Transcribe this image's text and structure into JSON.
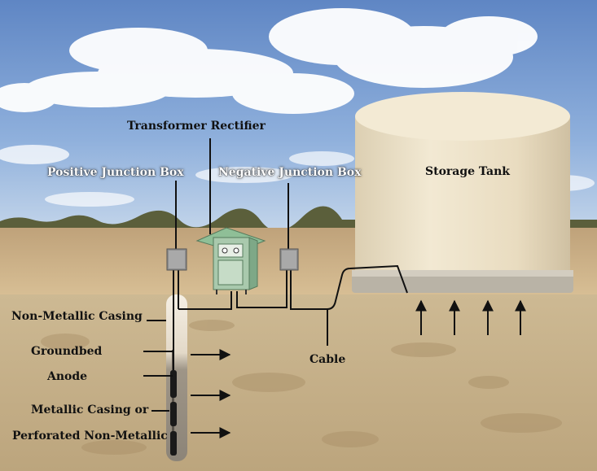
{
  "labels": {
    "transformer_rectifier": "Transformer Rectifier",
    "positive_junction_box": "Positive Junction Box",
    "negative_junction_box": "Negative Junction Box",
    "storage_tank": "Storage Tank",
    "non_metallic_casing": "Non-Metallic Casing",
    "groundbed": "Groundbed",
    "anode": "Anode",
    "metallic_casing_line1": "Metallic Casing or",
    "metallic_casing_line2": "Perforated Non-Metallic",
    "cable": "Cable"
  },
  "colors": {
    "sky_top": "#5f86c4",
    "sky_bottom": "#a9c4e6",
    "ground_surface": "#c9ad84",
    "soil": "#c6b089",
    "tank": "#ece2c8",
    "rectifier_box": "#a9c9ad",
    "junction_box": "#8f8f8f",
    "wire": "#111111"
  },
  "icons": {
    "current_arrow": "arrow-right-icon",
    "tank_current_arrow": "arrow-up-icon"
  }
}
